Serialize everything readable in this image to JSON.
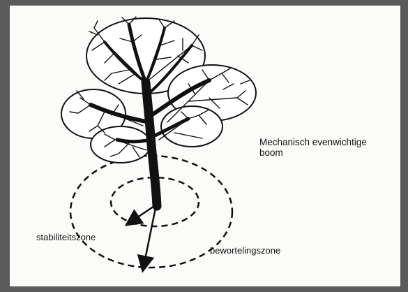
{
  "caption": {
    "line1": "Mechanisch evenwichtige",
    "line2": "boom"
  },
  "labels": {
    "stability_zone": "stabiliteitszone",
    "rooting_zone": "bewortelingszone"
  },
  "colors": {
    "background": "#5a5a5a",
    "paper": "#fbfbf9",
    "ink": "#111111"
  }
}
